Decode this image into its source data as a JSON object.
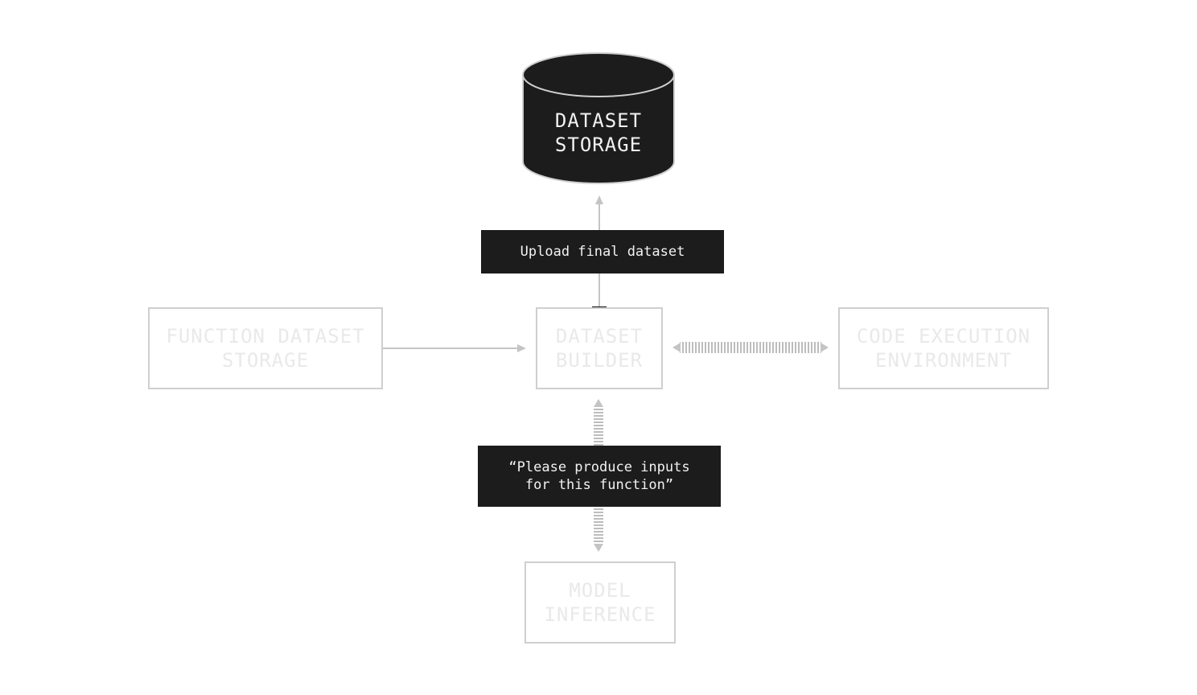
{
  "diagram": {
    "storage": {
      "label": "DATASET\nSTORAGE"
    },
    "nodes": {
      "function_storage": "FUNCTION DATASET\nSTORAGE",
      "builder": "DATASET\nBUILDER",
      "code_env": "CODE EXECUTION\nENVIRONMENT",
      "model": "MODEL\nINFERENCE"
    },
    "labels": {
      "upload": "Upload final dataset",
      "prompt": "“Please produce inputs\nfor this function”"
    }
  }
}
